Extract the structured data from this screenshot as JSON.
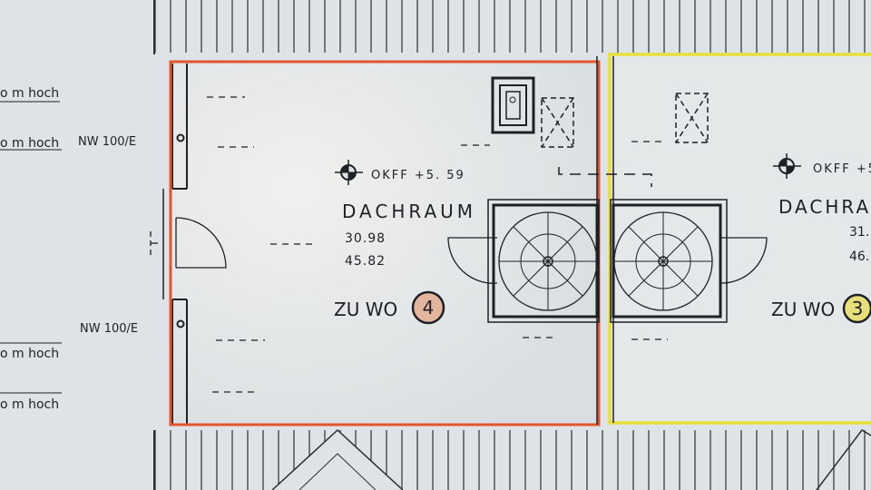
{
  "left_annotations": {
    "height_labels": [
      "o m hoch",
      "o m hoch",
      "o m hoch",
      "o m hoch"
    ],
    "pipe_labels": [
      "NW 100/E",
      "NW 100/E"
    ]
  },
  "rooms": [
    {
      "level_label": "OKFF +5. 59",
      "name": "DACHRAUM",
      "values": [
        "30.98",
        "45.82"
      ],
      "unit_label": "ZU WO",
      "unit_number": "4",
      "outline_color": "#e2552f",
      "badge_color": "#e3b59d"
    },
    {
      "level_label": "OKFF +5",
      "name": "DACHRAU",
      "values": [
        "31.",
        "46."
      ],
      "unit_label": "ZU WO",
      "unit_number": "3",
      "outline_color": "#e8df3a",
      "badge_color": "#e6df7a"
    }
  ],
  "colors": {
    "paper": "#dde3e6",
    "ink": "#1d2126"
  }
}
